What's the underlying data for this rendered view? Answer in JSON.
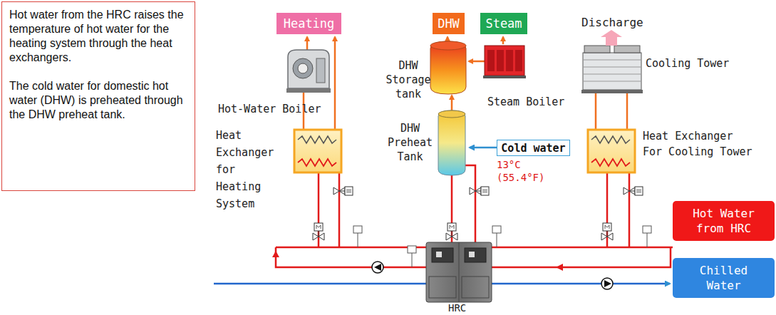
{
  "diagram": {
    "nodes": [
      {
        "text": [
          "Hot water from the HRC raises the temperature of hot water for the heating system through the heat exchangers.",
          "The cold water for domestic hot water (DHW) is preheated through the DHW preheat tank."
        ]
      },
      {
        "text": [
          "Heating"
        ]
      },
      {
        "text": [
          "DHW"
        ]
      },
      {
        "text": [
          "Steam"
        ]
      },
      {
        "text": [
          "Cold water"
        ]
      },
      {
        "text": [
          "Hot Water from HRC"
        ]
      },
      {
        "text": [
          "Chilled Water"
        ]
      }
    ],
    "labels": [
      "Discharge",
      "Hot-Water Boiler",
      "Heat Exchanger for Heating System",
      "DHW Storage tank",
      "Steam Boiler",
      "Cooling Tower",
      "DHW Preheat Tank",
      "13°C (55.4°F)",
      "Heat Exchanger For Cooling Tower",
      "HRC"
    ]
  }
}
